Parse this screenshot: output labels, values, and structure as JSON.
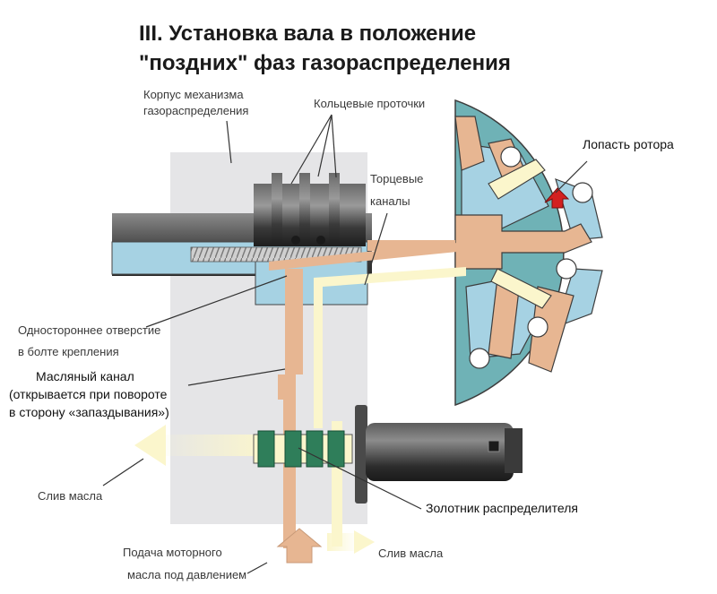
{
  "title": {
    "line1": "III.  Установка вала в положение",
    "line2": "\"поздних\" фаз газораспределения"
  },
  "labels": {
    "housing_line1": "Корпус механизма",
    "housing_line2": "газораспределения",
    "ring_grooves": "Кольцевые проточки",
    "end_channels_line1": "Торцевые",
    "end_channels_line2": "каналы",
    "rotor_vane": "Лопасть ротора",
    "one_way_line1": "Одностороннее отверстие",
    "one_way_line2": "в болте крепления",
    "oil_channel_line1": "Масляный канал",
    "oil_channel_line2": "(открывается при повороте",
    "oil_channel_line3": "в сторону «запаздывания»)",
    "oil_drain_left": "Слив масла",
    "spool": "Золотник распределителя",
    "supply_line1": "Подача моторного",
    "supply_line2": "масла под давлением",
    "oil_drain_right": "Слив масла"
  },
  "colors": {
    "housing": "#e5e5e7",
    "pressure_oil": "#e7b692",
    "drain_oil": "#fbf6cc",
    "rotor_cavity": "#a6d2e3",
    "rotor_body": "#6fb2b6",
    "arrow_red": "#d32020",
    "solenoid": "#3a3a3a"
  },
  "icons": [
    "up-arrow-icon",
    "left-arrow-icon",
    "right-arrow-icon",
    "rotation-arrow-icon"
  ]
}
